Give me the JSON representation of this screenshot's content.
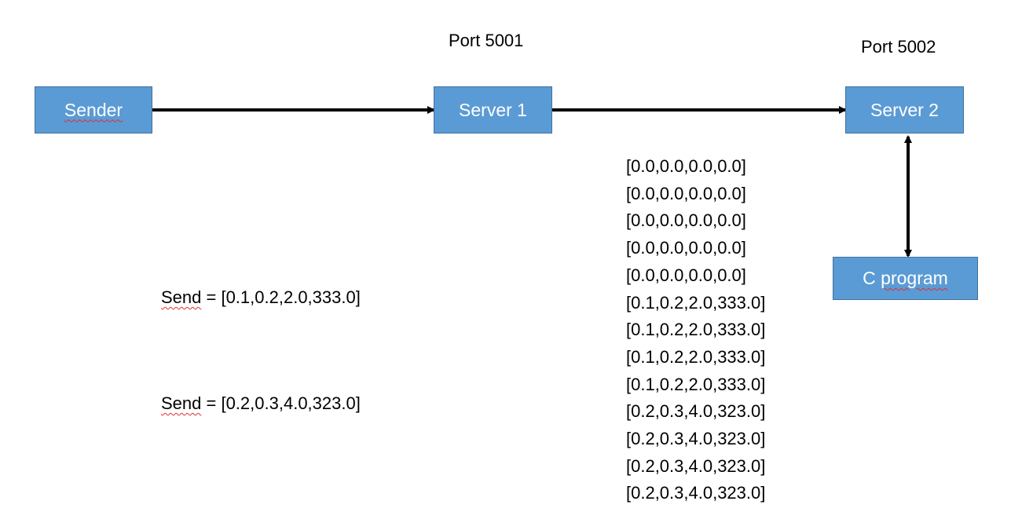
{
  "colors": {
    "node_fill": "#5b9bd5",
    "node_border": "#41719c",
    "node_text": "#ffffff",
    "edge": "#000000",
    "squiggle": "#e03030"
  },
  "nodes": {
    "sender": {
      "label": "Sender"
    },
    "server1": {
      "label": "Server 1"
    },
    "server2": {
      "label": "Server 2"
    },
    "c_program": {
      "prefix": "C ",
      "label": "program"
    }
  },
  "ports": {
    "server1": "Port 5001",
    "server2": "Port 5002"
  },
  "sends": [
    {
      "keyword": "Send",
      "payload": " = [0.1,0.2,2.0,333.0]"
    },
    {
      "keyword": "Send",
      "payload": " = [0.2,0.3,4.0,323.0]"
    }
  ],
  "buffer": [
    "[0.0,0.0,0.0,0.0]",
    "[0.0,0.0,0.0,0.0]",
    "[0.0,0.0,0.0,0.0]",
    "[0.0,0.0,0.0,0.0]",
    "[0.0,0.0,0.0,0.0]",
    "[0.1,0.2,2.0,333.0]",
    "[0.1,0.2,2.0,333.0]",
    "[0.1,0.2,2.0,333.0]",
    "[0.1,0.2,2.0,333.0]",
    "[0.2,0.3,4.0,323.0]",
    "[0.2,0.3,4.0,323.0]",
    "[0.2,0.3,4.0,323.0]",
    "[0.2,0.3,4.0,323.0]"
  ]
}
